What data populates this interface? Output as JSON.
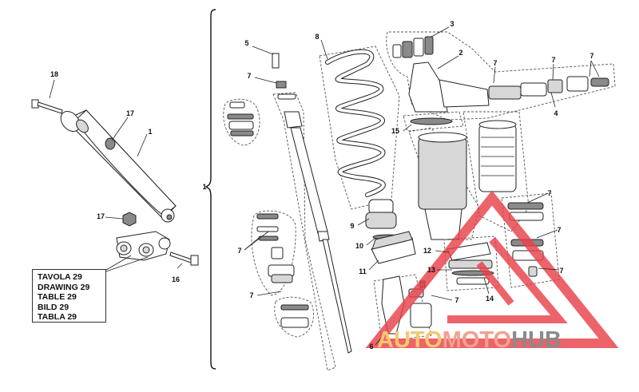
{
  "reference": {
    "lines": [
      "TAVOLA 29",
      "DRAWING 29",
      "TABLE 29",
      "BILD 29",
      "TABLA 29"
    ]
  },
  "callouts": {
    "c18": "18",
    "c17a": "17",
    "c1a": "1",
    "c17b": "17",
    "c16": "16",
    "c1b": "1",
    "c5": "5",
    "c7a": "7",
    "c8": "8",
    "c3": "3",
    "c2": "2",
    "c7b": "7",
    "c7c": "7",
    "c7d": "7",
    "c4": "4",
    "c15": "15",
    "c7e": "7",
    "c9": "9",
    "c10": "10",
    "c11": "11",
    "c12": "12",
    "c7f": "7",
    "c7g": "7",
    "c7h": "7",
    "c13": "13",
    "c7i": "7",
    "c14": "14",
    "c7j": "7",
    "c6": "6"
  },
  "watermark": {
    "part1": "AUTO",
    "part2": "MOTO",
    "part3": "HUB"
  },
  "colors": {
    "watermark_red": "#e8414a",
    "watermark_yellow": "#f6c86e",
    "watermark_grey": "#8a8a8a"
  }
}
